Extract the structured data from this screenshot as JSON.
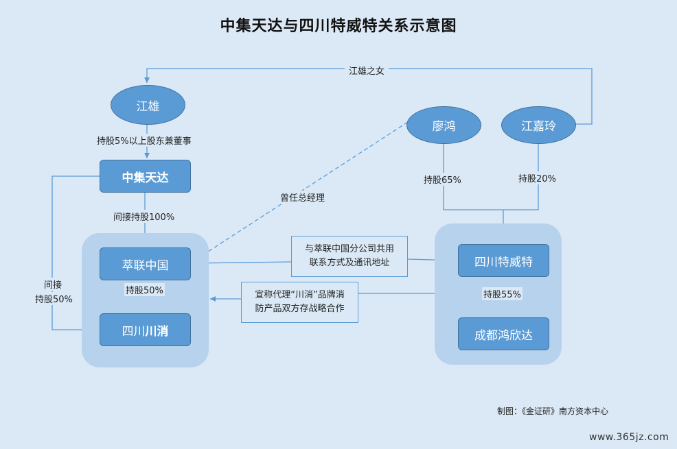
{
  "title": "中集天达与四川特威特关系示意图",
  "nodes": {
    "jiangxiong": "江雄",
    "liaohong": "廖鸿",
    "jiangjialing": "江嘉玲",
    "cimc_tianda": "中集天达",
    "cuilian_china": "萃联中国",
    "sichuan_chuanxiao_pre": "四川",
    "sichuan_chuanxiao_bold": "川消",
    "sichuan_teweite": "四川特威特",
    "chengdu_hongxinda": "成都鸿欣达"
  },
  "edges": {
    "daughter": "江雄之女",
    "holding_5pct": "持股5%以上股东兼董事",
    "indirect_100": "间接持股100%",
    "holding_50": "持股50%",
    "indirect_50_line1": "间接",
    "indirect_50_line2": "持股50%",
    "former_gm": "曾任总经理",
    "holding_65": "持股65%",
    "holding_20": "持股20%",
    "holding_55": "持股55%"
  },
  "notes": {
    "shared_contact_line1": "与萃联中国分公司共用",
    "shared_contact_line2": "联系方式及通讯地址",
    "claimed_agency_line1": "宣称代理“川消”品牌消",
    "claimed_agency_line2": "防产品双方存战略合作"
  },
  "footer": {
    "credit": "制图：《金证研》南方资本中心",
    "watermark": "www.365jz.com"
  },
  "colors": {
    "background": "#dbe9f6",
    "node_fill": "#5b9bd5",
    "group_fill": "#b7d2ec",
    "line": "#5b9bd5"
  }
}
